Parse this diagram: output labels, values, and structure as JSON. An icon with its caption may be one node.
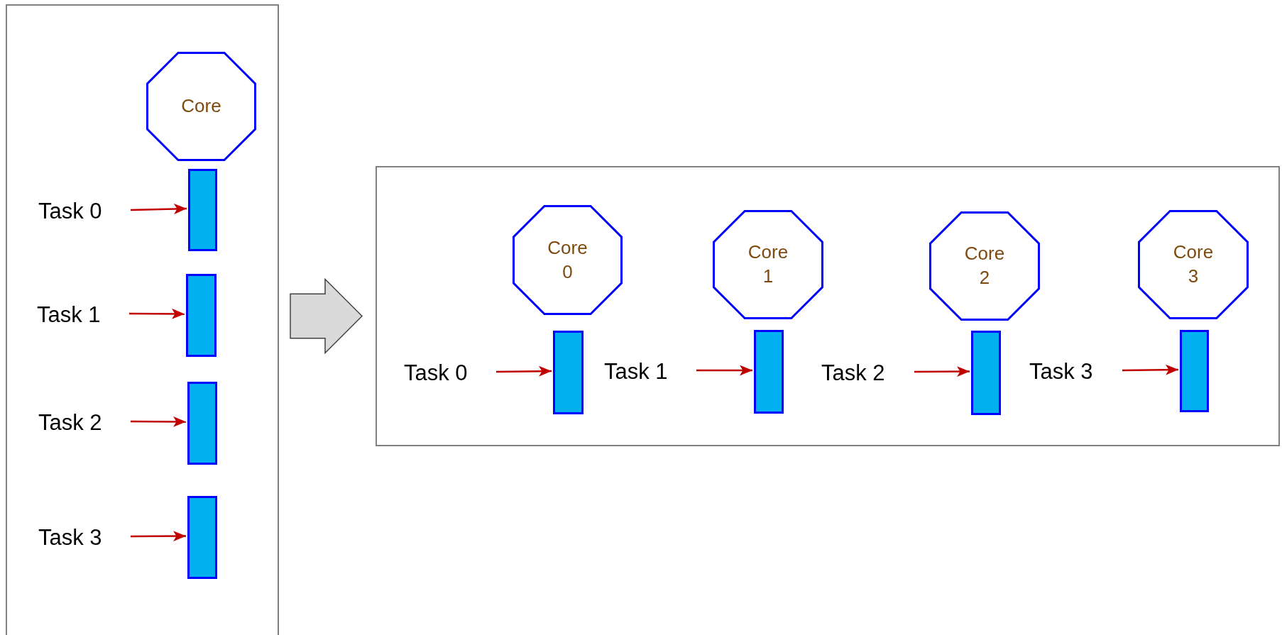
{
  "diagram": {
    "nodes": [
      {
        "text": [],
        "shape": "box"
      },
      {
        "text": [
          "Core"
        ],
        "in": 0
      },
      {
        "text": [],
        "shape": "bar",
        "in": 0
      },
      {
        "text": [],
        "shape": "bar",
        "in": 0
      },
      {
        "text": [],
        "shape": "bar",
        "in": 0
      },
      {
        "text": [],
        "shape": "bar",
        "in": 0
      },
      {
        "text": [
          "Task 0"
        ],
        "in": 0
      },
      {
        "text": [
          "Task 1"
        ],
        "in": 0
      },
      {
        "text": [
          "Task 2"
        ],
        "in": 0
      },
      {
        "text": [
          "Task 3"
        ],
        "in": 0
      },
      {
        "text": [],
        "shape": "box"
      },
      {
        "text": [
          "Core 0"
        ],
        "in": 10
      },
      {
        "text": [
          "Core 1"
        ],
        "in": 10
      },
      {
        "text": [
          "Core 2"
        ],
        "in": 10
      },
      {
        "text": [
          "Core 3"
        ],
        "in": 10
      },
      {
        "text": [],
        "shape": "bar",
        "in": 10
      },
      {
        "text": [],
        "shape": "bar",
        "in": 10
      },
      {
        "text": [],
        "shape": "bar",
        "in": 10
      },
      {
        "text": [],
        "shape": "bar",
        "in": 10
      },
      {
        "text": [
          "Task 0"
        ],
        "in": 10
      },
      {
        "text": [
          "Task 1"
        ],
        "in": 10
      },
      {
        "text": [
          "Task 2"
        ],
        "in": 10
      },
      {
        "text": [
          "Task 3"
        ],
        "in": 10
      }
    ],
    "edges": [
      {
        "from": 6,
        "to": 2,
        "arrow": "to"
      },
      {
        "from": 7,
        "to": 3,
        "arrow": "to"
      },
      {
        "from": 8,
        "to": 4,
        "arrow": "to"
      },
      {
        "from": 9,
        "to": 5,
        "arrow": "to"
      },
      {
        "from": 0,
        "to": 10,
        "arrow": "to",
        "style": "thick",
        "color": "#d9d9d9"
      },
      {
        "from": 19,
        "to": 15,
        "arrow": "to"
      },
      {
        "from": 20,
        "to": 16,
        "arrow": "to"
      },
      {
        "from": 21,
        "to": 17,
        "arrow": "to"
      },
      {
        "from": 22,
        "to": 18,
        "arrow": "to"
      }
    ]
  }
}
